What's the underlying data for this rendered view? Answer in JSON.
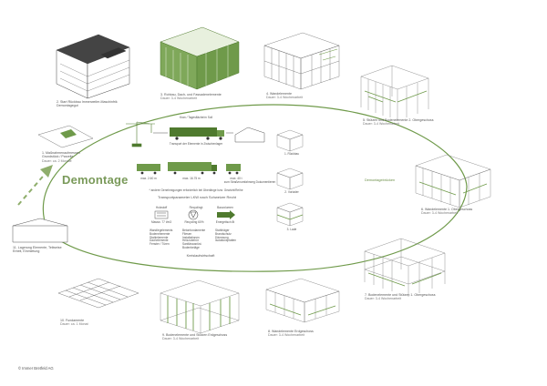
{
  "title": "Demontage",
  "side_label": "Demontagebrücken",
  "credit": "© Immer Bretfeld AG",
  "steps": {
    "s1": {
      "label": "1. Maßnahmenaufmessen",
      "sub": "Grundstück / Parzelle",
      "dur": "Dauer: ca. 2 Monate"
    },
    "s2": {
      "label": "2. Start Rückbau Immerweiler-Maschinfrik",
      "sub": "Demontagegut",
      "dur": ""
    },
    "s3": {
      "label": "3. Rohbau, Dach- und Fassadenelemente",
      "sub": "",
      "dur": "Dauer: 3-4 Wochenarbeit"
    },
    "s4": {
      "label": "4. Wandelemente",
      "sub": "",
      "dur": "Dauer: 3-4 Wochenarbeit"
    },
    "s5": {
      "label": "5. Stützen und Bodenelemente 2. Obergeschoss",
      "sub": "",
      "dur": "Dauer: 3-4 Wochenarbeit"
    },
    "s6": {
      "label": "6. Wandelemente 1. Obergeschoss",
      "sub": "",
      "dur": "Dauer: 3-4 Wochenarbeit"
    },
    "s7": {
      "label": "7. Bodenelemente und Stützen 1. Obergeschoss",
      "sub": "",
      "dur": "Dauer: 3-4 Wochenarbeit"
    },
    "s8": {
      "label": "8. Wandelemente Erdgeschoss",
      "sub": "",
      "dur": "Dauer: 3-4 Wochenarbeit"
    },
    "s9": {
      "label": "9. Bodenelemente und Stützen Erdgeschoss",
      "sub": "",
      "dur": "Dauer: 3-4 Wochenarbeit"
    },
    "s10": {
      "label": "10. Fundamente",
      "sub": "",
      "dur": "Dauer: ca. 1 Monat"
    },
    "s11": {
      "label": "11. Lagerung Elemente, Teilweise",
      "sub": "Erbeit, Einmietung",
      "dur": ""
    }
  },
  "center": {
    "crane_label": "Kran / Tagesfläche/m Soll",
    "transport_label": "Transport der Elemente in Zwischenlager",
    "truck_lengths": [
      "max. 2.60 m",
      "max. 16.75 m",
      "max. 40 t"
    ],
    "truck_note": "zum Straßenumfahrweg Dokumentieren",
    "regulation": "* andere Genehmigungen erforderlich bei Überlänge bzw. Gewicht/Reihe",
    "transport_rule": "Transportparameter LKW nach Schweizer Recht",
    "mini_labels": [
      "1. Rückbau",
      "2. Vorlader",
      "3. Lade"
    ],
    "circ_items": [
      "Holzstoff",
      "Recyclingt",
      "Bauvolumen"
    ],
    "circ_values": [
      "Massiv. 77 t/m3",
      "Recycling 60%",
      "Energetisch 8t"
    ],
    "circ_col1": [
      "Wandlegelements",
      "Bodenelemente",
      "Stahlelemente",
      "Dachelemente",
      "Fenster / Türen"
    ],
    "circ_col2": [
      "Betonfundamente",
      "Fliesen",
      "Installationen",
      "Heizzubehör",
      "Sanitärausrüst.",
      "Bodenbeläge"
    ],
    "circ_col3": [
      "Stahlträger",
      "Brandschutz",
      "Dämmung",
      "Isolationsplatten"
    ],
    "kreislauf": "Kreislaufwirtschaft"
  },
  "colors": {
    "accent": "#6f9a4a",
    "dark_green": "#4f7a2e",
    "line": "#555555"
  }
}
